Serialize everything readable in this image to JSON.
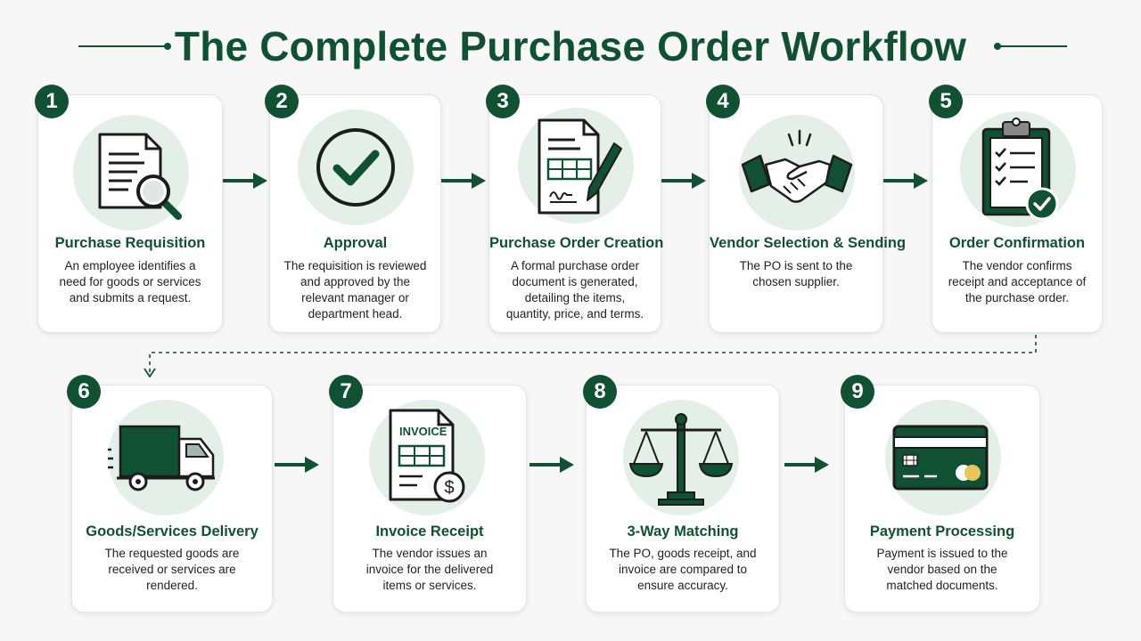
{
  "title": "The Complete Purchase Order Workflow",
  "colors": {
    "primary": "#0f5132",
    "icon_bg": "#e4efe7",
    "card_bg": "#ffffff",
    "page_bg": "#f6f7f6"
  },
  "steps": [
    {
      "number": "1",
      "title": "Purchase Requisition",
      "description": "An employee identifies a need for goods or services and submits a request.",
      "icon": "document-magnifier-icon"
    },
    {
      "number": "2",
      "title": "Approval",
      "description": "The requisition is reviewed and approved by the relevant manager or department head.",
      "icon": "checkmark-circle-icon"
    },
    {
      "number": "3",
      "title": "Purchase Order Creation",
      "description": "A formal purchase order document is generated, detailing the items, quantity, price, and terms.",
      "icon": "document-pen-icon"
    },
    {
      "number": "4",
      "title": "Vendor Selection & Sending",
      "description": "The PO is sent to the chosen supplier.",
      "icon": "handshake-icon"
    },
    {
      "number": "5",
      "title": "Order Confirmation",
      "description": "The vendor confirms receipt and acceptance of the purchase order.",
      "icon": "clipboard-check-icon"
    },
    {
      "number": "6",
      "title": "Goods/Services Delivery",
      "description": "The requested goods are received or services are rendered.",
      "icon": "delivery-truck-icon"
    },
    {
      "number": "7",
      "title": "Invoice Receipt",
      "description": "The vendor issues an invoice for the delivered items or services.",
      "icon": "invoice-icon",
      "icon_text": "INVOICE"
    },
    {
      "number": "8",
      "title": "3-Way Matching",
      "description": "The PO, goods receipt, and invoice are compared to ensure accuracy.",
      "icon": "balance-scale-icon"
    },
    {
      "number": "9",
      "title": "Payment Processing",
      "description": "Payment is issued to the vendor based on the matched documents.",
      "icon": "credit-card-icon"
    }
  ]
}
